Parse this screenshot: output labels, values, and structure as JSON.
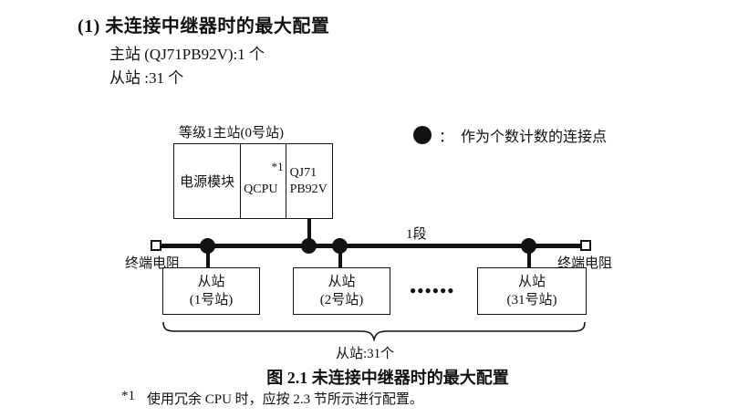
{
  "page": {
    "title": "(1) 未连接中继器时的最大配置",
    "master_line": "主站 (QJ71PB92V):1 个",
    "slave_line": "从站 :31 个",
    "caption": "图 2.1 未连接中继器时的最大配置",
    "footnote_marker": "*1",
    "footnote_text": "使用冗余 CPU 时，应按 2.3 节所示进行配置。"
  },
  "legend": {
    "separator": "：",
    "text": "作为个数计数的连接点"
  },
  "diagram": {
    "master_label": "等级1主站(0号站)",
    "segment_label": "1段",
    "terminator_left": "终端电阻",
    "terminator_right": "终端电阻",
    "master_cells": {
      "power": "电源模块",
      "cpu": "QCPU",
      "cpu_ref": "*1",
      "module_line1": "QJ71",
      "module_line2": "PB92V"
    },
    "slaves": [
      {
        "line1": "从站",
        "line2": "(1号站)"
      },
      {
        "line1": "从站",
        "line2": "(2号站)"
      },
      {
        "line1": "从站",
        "line2": "(31号站)"
      }
    ],
    "ellipsis": "●●●●●●",
    "slave_count_label": "从站:31个"
  },
  "colors": {
    "ink": "#111111",
    "background": "#ffffff"
  }
}
